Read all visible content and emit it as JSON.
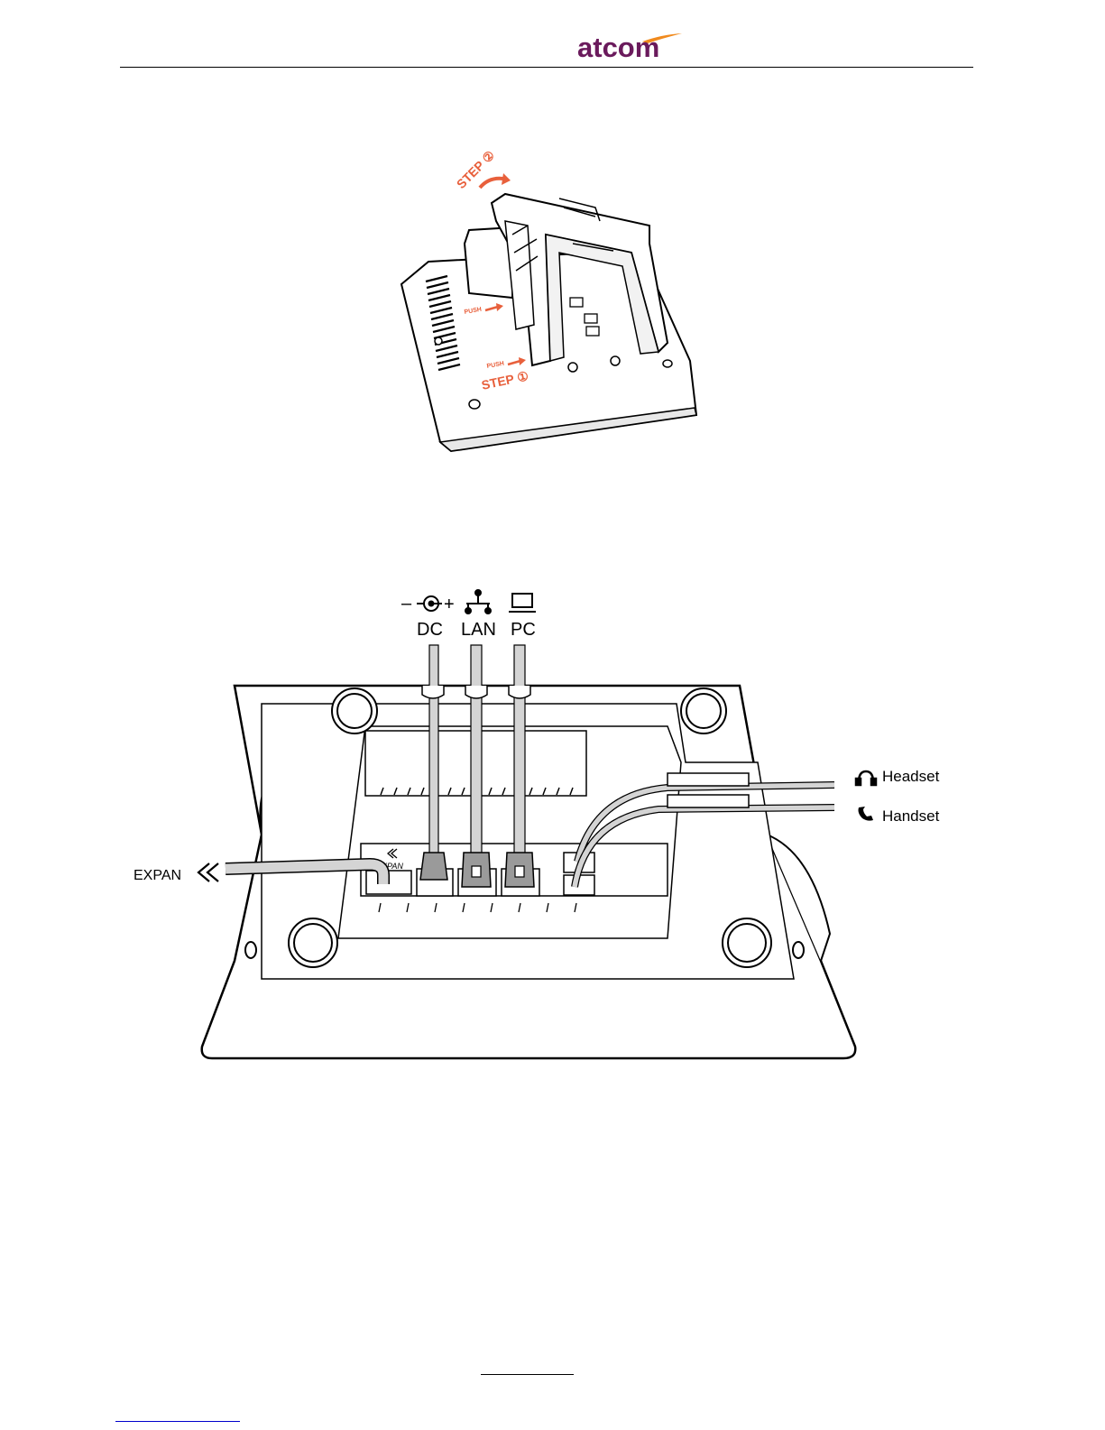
{
  "header": {
    "logo_text": "atcom"
  },
  "stand_figure": {
    "step1": "STEP ①",
    "step2": "STEP ②",
    "push_label": "PUSH"
  },
  "ports_figure": {
    "dc_label": "DC",
    "lan_label": "LAN",
    "pc_label": "PC",
    "dc_polarity_minus": "–",
    "dc_polarity_plus": "+",
    "headset_label": "Headset",
    "handset_label": "Handset",
    "expan_label": "EXPAN",
    "expan_port_label": "EXPAN"
  },
  "colors": {
    "logo": "#6a1a5c",
    "logo_accent": "#f08a1e",
    "step": "#e8603c",
    "link": "#0000cc"
  }
}
